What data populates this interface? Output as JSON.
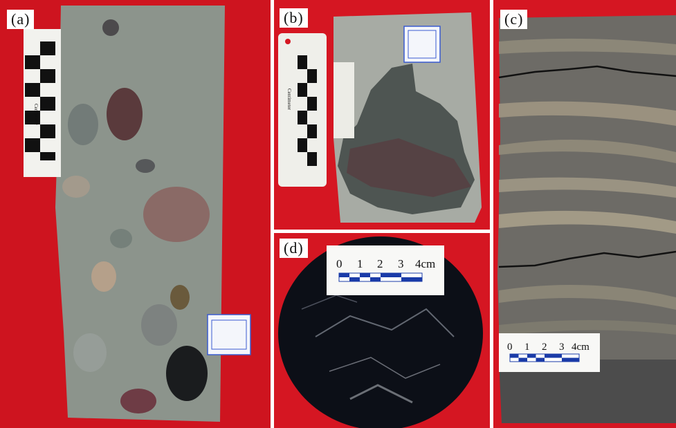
{
  "panels": [
    {
      "label": "(a)",
      "background": "#d51622",
      "sample_color": "#8c948c"
    },
    {
      "label": "(b)",
      "background": "#d51622",
      "sample_color": "#a7aba4",
      "inclusion_color": "#4e5552",
      "ruler_text": "Centimeter"
    },
    {
      "label": "(c)",
      "background": "#d51622",
      "sample_color": "#6d6b66"
    },
    {
      "label": "(d)",
      "background": "#d51622",
      "sample_color": "#0c0f17"
    }
  ],
  "ruler_a": {
    "text": "Centimeter"
  },
  "scale_bars": {
    "d": {
      "ticks": [
        "0",
        "1",
        "2",
        "3",
        "4cm"
      ],
      "accent": "#1a3ba8"
    },
    "c": {
      "ticks": [
        "0",
        "1",
        "2",
        "3",
        "4cm"
      ],
      "accent": "#1a3ba8"
    }
  }
}
